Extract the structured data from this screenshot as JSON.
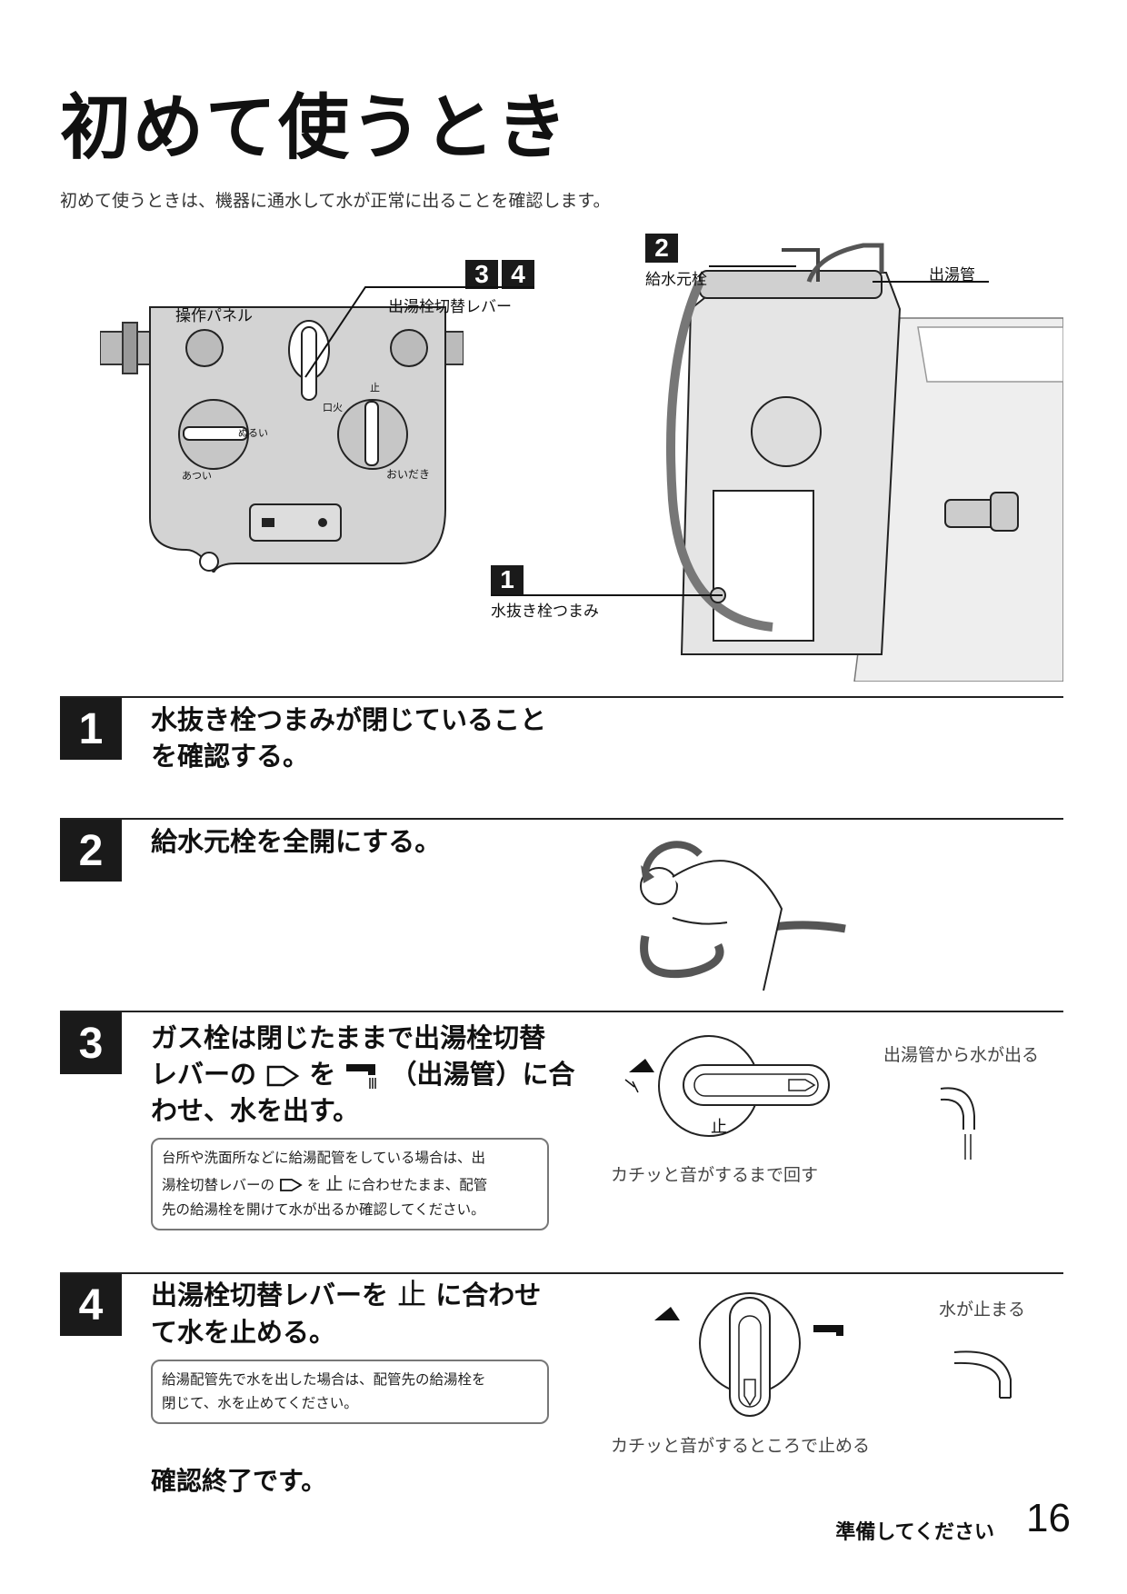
{
  "page_title": "初めて使うとき",
  "intro": "初めて使うときは、機器に通水して水が正常に出ることを確認します。",
  "diagram": {
    "badge_3": "3",
    "badge_4": "4",
    "badge_2": "2",
    "badge_1": "1",
    "label_panel": "操作パネル",
    "label_lever": "出湯栓切替レバー",
    "label_supply": "給水元栓",
    "label_outlet_pipe": "出湯管",
    "label_drain_knob": "水抜き栓つまみ",
    "panel_left_dial_label": "ぬるい",
    "panel_left_dial_label2": "あつい",
    "panel_right_label1": "口火",
    "panel_right_label2": "止",
    "panel_right_label3": "おいだき"
  },
  "steps": [
    {
      "num": "1",
      "line1": "水抜き栓つまみが閉じていること",
      "line2": "を確認する。"
    },
    {
      "num": "2",
      "line1": "給水元栓を全開にする。"
    },
    {
      "num": "3",
      "line1": "ガス栓は閉じたままで出湯栓切替",
      "line2a": "レバーの",
      "line2b": "を",
      "line2c": "（出湯管）に合",
      "line3": "わせ、水を出す。",
      "note_a": "台所や洗面所などに給湯配管をしている場合は、出",
      "note_b": "湯栓切替レバーの",
      "note_c": "を",
      "note_stop": "止",
      "note_d": "に合わせたまま、配管",
      "note_e": "先の給湯栓を開けて水が出るか確認してください。",
      "caption_left": "カチッと音がするまで回す",
      "caption_right": "出湯管から水が出る",
      "dial_stop": "止"
    },
    {
      "num": "4",
      "line1a": "出湯栓切替レバーを",
      "line1_stop": "止",
      "line1b": "に合わせ",
      "line2": "て水を止める。",
      "note_a": "給湯配管先で水を出した場合は、配管先の給湯栓を",
      "note_b": "閉じて、水を止めてください。",
      "caption_left": "カチッと音がするところで止める",
      "caption_right": "水が止まる"
    }
  ],
  "done": "確認終了です。",
  "footer": {
    "section": "準備してください",
    "page": "16"
  }
}
